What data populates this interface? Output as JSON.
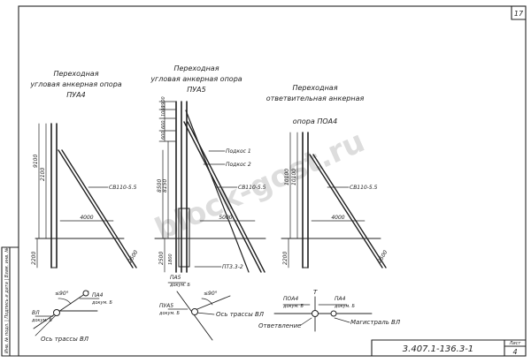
{
  "sheet": {
    "page_number": "17",
    "document_code": "3.407.1-136.3-1",
    "sheet_label": "Лист",
    "sheet_number": "4",
    "margin_label": "Инв. № подл. | Подпись и дата | Взам. инв. №",
    "watermark": "block-gost.ru"
  },
  "supports": [
    {
      "title_1": "Переходная",
      "title_2": "угловая анкерная опора",
      "title_3": "ПУА4",
      "brace_label": "СВ110-5.5",
      "dim_height_1": "2100",
      "dim_height_2": "9100",
      "dim_spacing": "4000",
      "dim_depth": "2200",
      "dim_brace_depth": "2500"
    },
    {
      "title_1": "Переходная",
      "title_2": "угловая анкерная опора",
      "title_3": "ПУА5",
      "callout_1": "Подкос 1",
      "callout_2": "Подкос 2",
      "brace_label": "СВ110-5.5",
      "dim_height_1": "8150",
      "dim_height_2": "8500",
      "dim_spacing": "5000",
      "dim_depth": "2500",
      "tower_dims": [
        "1900",
        "1000",
        "600",
        "600"
      ],
      "base_dim": "1800",
      "footing_label": "ПТ3.3-2"
    },
    {
      "title_1": "Переходная",
      "title_2": "ответвительная анкерная",
      "title_3": "опора ПОА4",
      "brace_label": "СВ110-5.5",
      "dim_height_1": "10100",
      "dim_height_2": "10100",
      "dim_spacing": "4000",
      "dim_depth": "2200",
      "dim_brace_depth": "2500"
    }
  ],
  "plans": [
    {
      "angle": "≤90°",
      "tag_1": "ПА4",
      "tag_1_sub": "докум. Б",
      "tag_2": "ВЛ",
      "tag_2_sub": "докум. Б",
      "axis_label": "Ось трассы ВЛ"
    },
    {
      "angle": "≤90°",
      "tag_1": "ПА5",
      "tag_1_sub": "докум. Б",
      "tag_2": "ПУА5",
      "tag_2_sub": "докум. Б",
      "axis_label": "Ось трассы ВЛ"
    },
    {
      "tag_1": "ПОА4",
      "tag_1_sub": "докум. Б",
      "tag_2": "ПА4",
      "tag_2_sub": "докум. Б",
      "branch_label": "Ответвление",
      "main_label": "Магистраль ВЛ",
      "letter_t": "Т"
    }
  ]
}
